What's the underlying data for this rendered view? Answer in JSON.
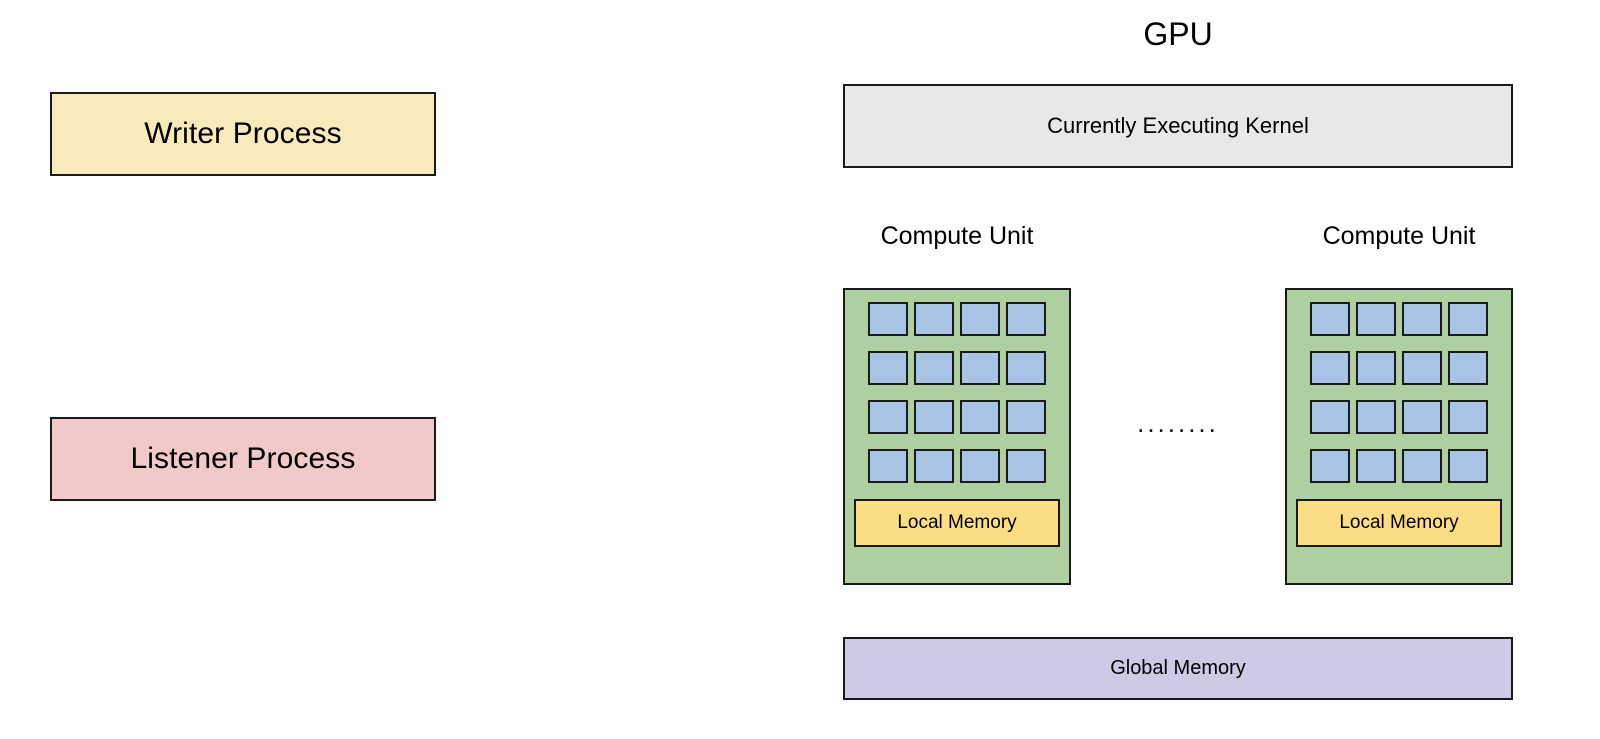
{
  "diagram": {
    "title": "GPU",
    "host": {
      "processes": [
        {
          "name": "writer-process",
          "label": "Writer Process",
          "color": "#f8eaba"
        },
        {
          "name": "listener-process",
          "label": "Listener Process",
          "color": "#f2c9c9"
        }
      ]
    },
    "gpu": {
      "title": "GPU",
      "kernel": {
        "label": "Currently Executing Kernel",
        "color": "#e8e8e8"
      },
      "compute_units": [
        {
          "label": "Compute Unit",
          "color": "#aed0a0",
          "processing_element_color": "#a8c4e4",
          "processing_element_rows": 4,
          "processing_element_cols": 4,
          "local_memory": {
            "label": "Local Memory",
            "color": "#fbdd86"
          }
        },
        {
          "label": "Compute Unit",
          "color": "#aed0a0",
          "processing_element_color": "#a8c4e4",
          "processing_element_rows": 4,
          "processing_element_cols": 4,
          "local_memory": {
            "label": "Local Memory",
            "color": "#fbdd86"
          }
        }
      ],
      "ellipsis": "........",
      "global_memory": {
        "label": "Global Memory",
        "color": "#cec9e4"
      }
    },
    "colors": {
      "background": "#fdfdfd",
      "stroke": "#1a1a1a",
      "text": "#000000"
    }
  }
}
